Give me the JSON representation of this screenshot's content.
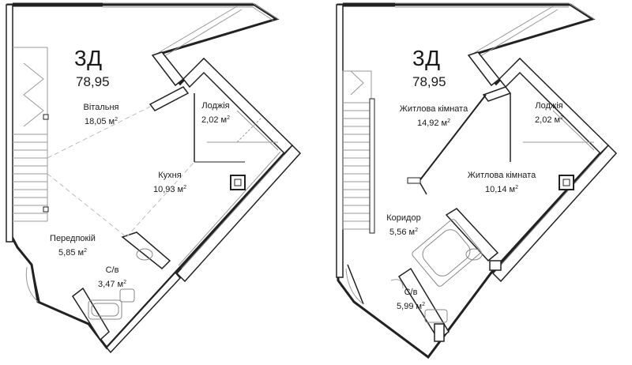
{
  "plans": [
    {
      "code": "3Д",
      "total_area": "78,95",
      "rooms": [
        {
          "name": "Вітальня",
          "area": "18,05 м"
        },
        {
          "name": "Лоджія",
          "area": "2,02 м"
        },
        {
          "name": "Кухня",
          "area": "10,93 м"
        },
        {
          "name": "Передпокій",
          "area": "5,85 м"
        },
        {
          "name": "С/в",
          "area": "3,47 м"
        }
      ]
    },
    {
      "code": "3Д",
      "total_area": "78,95",
      "rooms": [
        {
          "name": "Житлова кімната",
          "area": "14,92 м"
        },
        {
          "name": "Лоджія",
          "area": "2,02 м"
        },
        {
          "name": "Житлова кімната",
          "area": "10,14 м"
        },
        {
          "name": "Коридор",
          "area": "5,56 м"
        },
        {
          "name": "С/в",
          "area": "5,99 м"
        }
      ]
    }
  ],
  "area_unit_superscript": "2"
}
